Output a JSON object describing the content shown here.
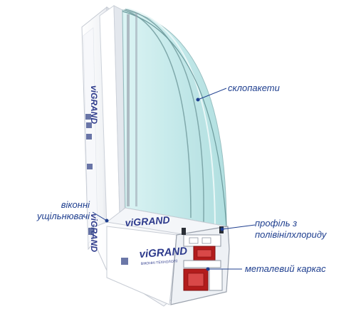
{
  "callouts": {
    "glass_units": "склопакети",
    "seals_line1": "віконні",
    "seals_line2": "ущільнювачі",
    "profile_line1": "профіль з",
    "profile_line2": "полівінілхлориду",
    "steel_frame": "металевий каркас"
  },
  "brand": {
    "logo_text": "viGRAND",
    "tagline": "ВІКОННІ ТЕХНОЛОГІЇ"
  },
  "colors": {
    "label_text": "#1f3f8f",
    "leader_line": "#1f3f8f",
    "logo_blue": "#2d3a8c",
    "reinforcement_red": "#b31c1c",
    "glass_tint": "#bfe7e8"
  }
}
